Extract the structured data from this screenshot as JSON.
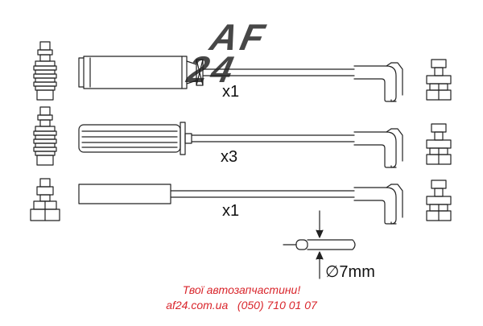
{
  "rows": [
    {
      "quantity": "x1",
      "boot_type": "long-sleeve-boot"
    },
    {
      "quantity": "x3",
      "boot_type": "ribbed-boot"
    },
    {
      "quantity": "x1",
      "boot_type": "plain-boot"
    }
  ],
  "wire_diameter": {
    "label": "∅7mm"
  },
  "watermark": {
    "line1": "AF",
    "line2": "24"
  },
  "footer": {
    "slogan": "Твої автозапчастини!",
    "contact": "af24.com.ua   (050) 710 01 07"
  },
  "colors": {
    "line": "#222222",
    "accent": "#d9262c"
  }
}
